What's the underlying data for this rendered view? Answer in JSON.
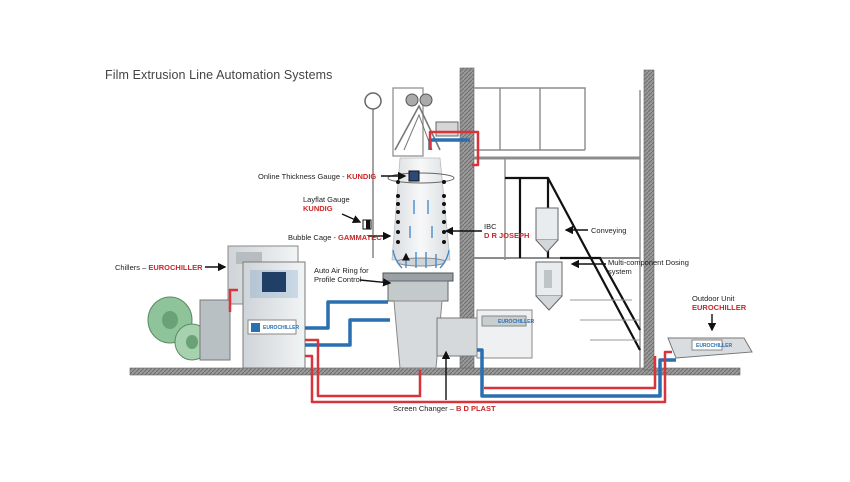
{
  "title": "Film Extrusion Line Automation Systems",
  "labels": {
    "thickness_gauge": {
      "text": "Online Thickness Gauge - ",
      "brand": "KUNDIG"
    },
    "layflat_gauge": {
      "text": "Layflat Gauge",
      "brand": "KUNDIG"
    },
    "bubble_cage": {
      "text": "Bubble Cage - ",
      "brand": "GAMMATEC"
    },
    "ibc": {
      "text": "IBC",
      "brand": "D R JOSEPH"
    },
    "conveying": {
      "text": "Conveying"
    },
    "dosing": {
      "line1": "Multi-component Dosing",
      "line2": "system"
    },
    "chillers": {
      "text": "Chillers – ",
      "brand": "EUROCHILLER"
    },
    "air_ring": {
      "line1": "Auto Air Ring for",
      "line2": "Profile Control"
    },
    "outdoor_unit": {
      "text": "Outdoor Unit",
      "brand": "EUROCHILLER"
    },
    "screen_changer": {
      "text": "Screen Changer – ",
      "brand": "B D PLAST"
    }
  },
  "unit_plates": {
    "chiller_brand": "EUROCHILLER",
    "outdoor_brand": "EUROCHILLER",
    "dosing_brand": "EUROCHILLER"
  },
  "colors": {
    "pipe_blue": "#2a6fb0",
    "pipe_red": "#d8343a",
    "frame_gray": "#8c8c8c",
    "dark_gray": "#555555",
    "brand_red": "#c8282a",
    "floor": "#7a7a7a",
    "roller_green": "#8fc49a"
  }
}
